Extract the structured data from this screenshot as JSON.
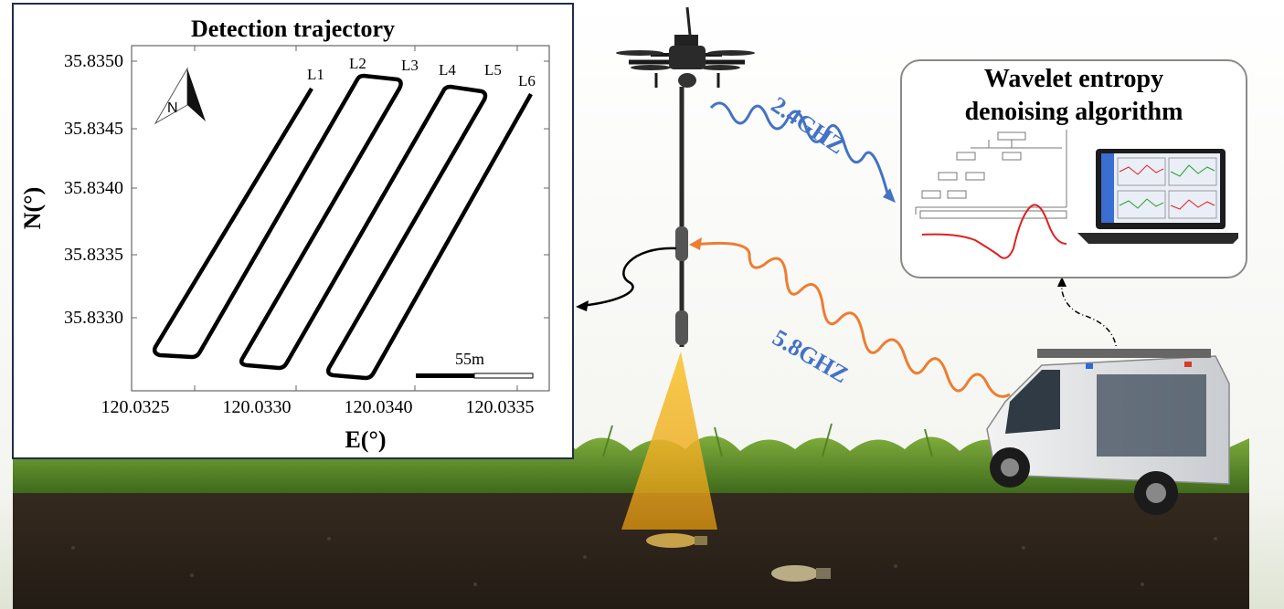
{
  "inset": {
    "title": "Detection trajectory",
    "y_axis_label": "N(°)",
    "x_axis_label": "E(°)",
    "y_ticks": [
      "35.8350",
      "35.8345",
      "35.8340",
      "35.8335",
      "35.8330"
    ],
    "x_ticks": [
      "120.0325",
      "120.0330",
      "120.0340",
      "120.0335"
    ],
    "line_labels": [
      "L1",
      "L2",
      "L3",
      "L4",
      "L5",
      "L6"
    ],
    "north_label": "N",
    "scale_label": "55m"
  },
  "links": {
    "uplink": "2.4GHZ",
    "downlink": "5.8GHZ"
  },
  "wavelet": {
    "title_line1": "Wavelet entropy",
    "title_line2": "denoising algorithm"
  },
  "colors": {
    "link_blue": "#4472c4",
    "link_orange": "#ed7d31",
    "panel_border": "#1f2d4d",
    "grass": "#5f8f2a",
    "soil": "#2e241b",
    "beam": "#f5b31a",
    "signal_red": "#e02020"
  },
  "icons": [
    "north-arrow-icon",
    "drone-icon",
    "van-icon",
    "laptop-icon",
    "ordnance-icon"
  ]
}
